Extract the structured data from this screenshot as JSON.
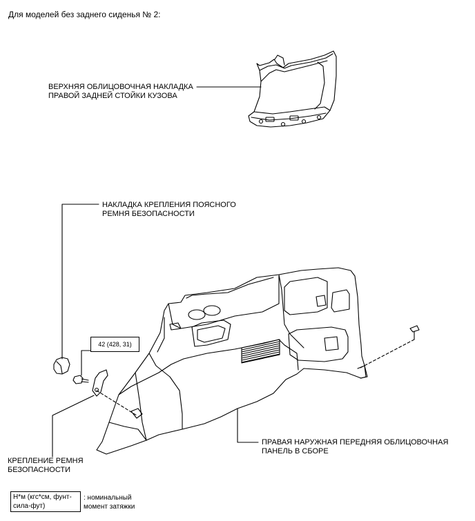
{
  "heading": "Для моделей без заднего сиденья № 2:",
  "labels": {
    "upper_trim": [
      "ВЕРХНЯЯ ОБЛИЦОВОЧНАЯ НАКЛАДКА",
      "ПРАВОЙ ЗАДНЕЙ СТОЙКИ КУЗОВА"
    ],
    "belt_cover": [
      "НАКЛАДКА КРЕПЛЕНИЯ ПОЯСНОГО",
      "РЕМНЯ БЕЗОПАСНОСТИ"
    ],
    "belt_anchor": [
      "КРЕПЛЕНИЕ РЕМНЯ",
      "БЕЗОПАСНОСТИ"
    ],
    "panel_assy": [
      "ПРАВАЯ НАРУЖНАЯ ПЕРЕДНЯЯ ОБЛИЦОВОЧНАЯ",
      "ПАНЕЛЬ В СБОРЕ"
    ]
  },
  "torque": "42 (428, 31)",
  "legend": {
    "box": [
      "Н*м (кгс*см, фунт-",
      "сила-фут)"
    ],
    "desc": [
      ": номинальный",
      "момент затяжки"
    ]
  }
}
